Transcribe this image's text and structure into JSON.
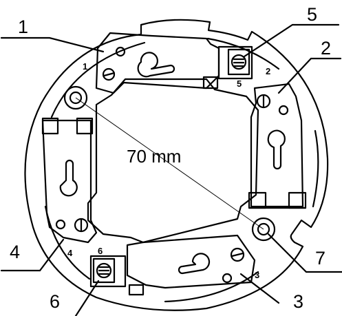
{
  "diagram": {
    "dimension": "70 mm",
    "callouts": [
      "1",
      "5",
      "2",
      "4",
      "7",
      "6",
      "3"
    ],
    "terminal_marks": [
      "1",
      "2",
      "5",
      "4",
      "6",
      "3"
    ],
    "colors": {
      "ink": "#000000",
      "paper": "#ffffff"
    }
  }
}
